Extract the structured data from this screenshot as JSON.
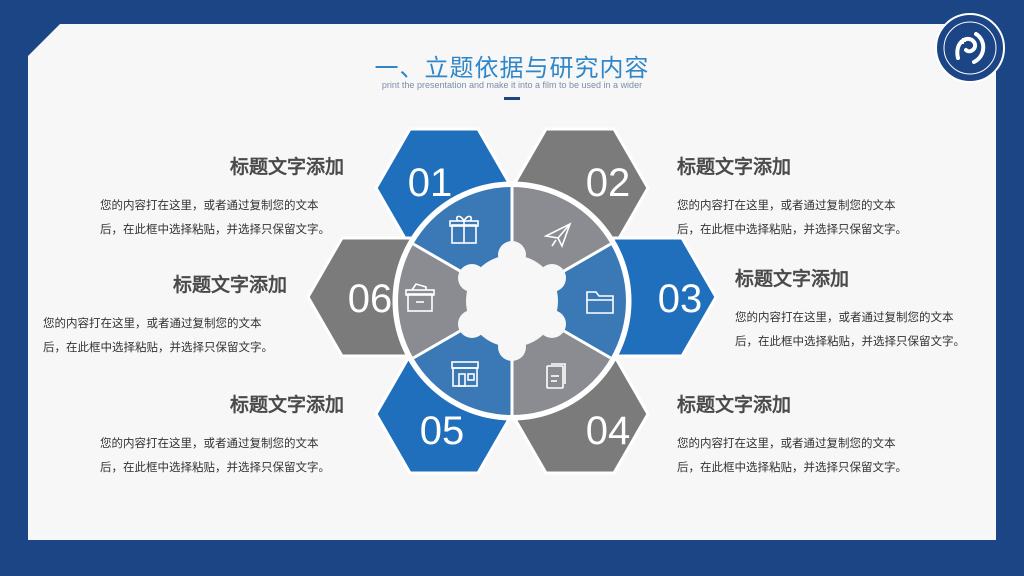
{
  "header": {
    "title": "一、立题依据与研究内容",
    "subtitle": "print the presentation and make it into a film to be used in a wider"
  },
  "colors": {
    "background": "#1b4584",
    "blue": "#1f6fbd",
    "gray": "#7b7b7b",
    "circle_blue": "#3a79b6",
    "circle_gray": "#8a8c92"
  },
  "hexagons": [
    {
      "num": "01",
      "icon": "gift-icon"
    },
    {
      "num": "02",
      "icon": "paper-plane-icon"
    },
    {
      "num": "03",
      "icon": "folder-icon"
    },
    {
      "num": "04",
      "icon": "document-icon"
    },
    {
      "num": "05",
      "icon": "shop-icon"
    },
    {
      "num": "06",
      "icon": "box-icon"
    }
  ],
  "items": [
    {
      "heading": "标题文字添加",
      "text1": "您的内容打在这里，或者通过复制您的文本",
      "text2": "后，在此框中选择粘贴，并选择只保留文字。"
    },
    {
      "heading": "标题文字添加",
      "text1": "您的内容打在这里，或者通过复制您的文本",
      "text2": "后，在此框中选择粘贴，并选择只保留文字。"
    },
    {
      "heading": "标题文字添加",
      "text1": "您的内容打在这里，或者通过复制您的文本",
      "text2": "后，在此框中选择粘贴，并选择只保留文字。"
    },
    {
      "heading": "标题文字添加",
      "text1": "您的内容打在这里，或者通过复制您的文本",
      "text2": "后，在此框中选择粘贴，并选择只保留文字。"
    },
    {
      "heading": "标题文字添加",
      "text1": "您的内容打在这里，或者通过复制您的文本",
      "text2": "后，在此框中选择粘贴，并选择只保留文字。"
    },
    {
      "heading": "标题文字添加",
      "text1": "您的内容打在这里，或者通过复制您的文本",
      "text2": "后，在此框中选择粘贴，并选择只保留文字。"
    }
  ]
}
